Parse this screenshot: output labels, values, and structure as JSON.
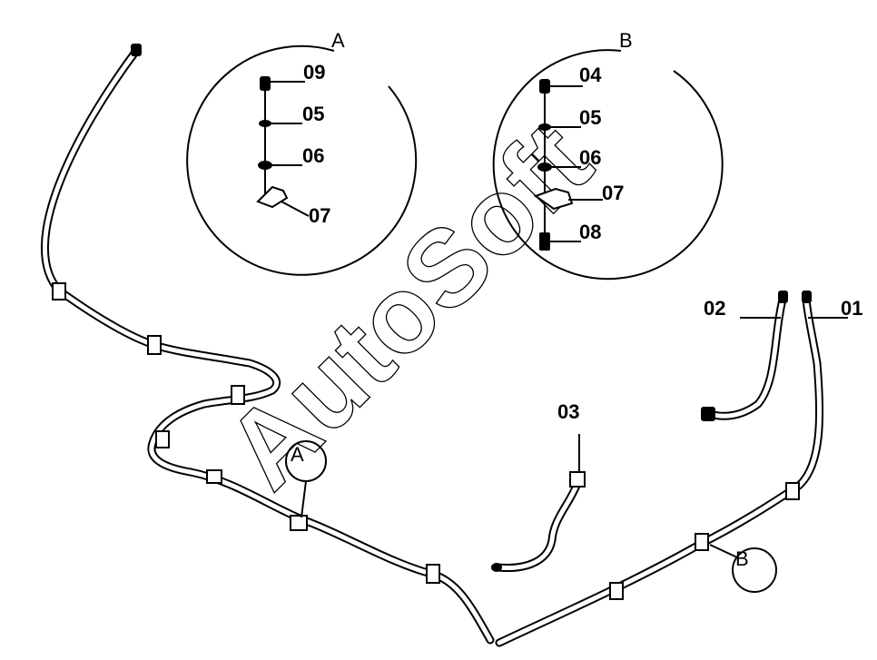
{
  "detail_a": {
    "title": "A",
    "parts": [
      {
        "label": "09"
      },
      {
        "label": "05"
      },
      {
        "label": "06"
      },
      {
        "label": "07"
      }
    ]
  },
  "detail_b": {
    "title": "B",
    "parts": [
      {
        "label": "04"
      },
      {
        "label": "05"
      },
      {
        "label": "06"
      },
      {
        "label": "07"
      },
      {
        "label": "08"
      }
    ]
  },
  "callouts": {
    "p01": "01",
    "p02": "02",
    "p03": "03",
    "ref_a": "A",
    "ref_b": "B"
  },
  "watermark": "AutoSoft"
}
